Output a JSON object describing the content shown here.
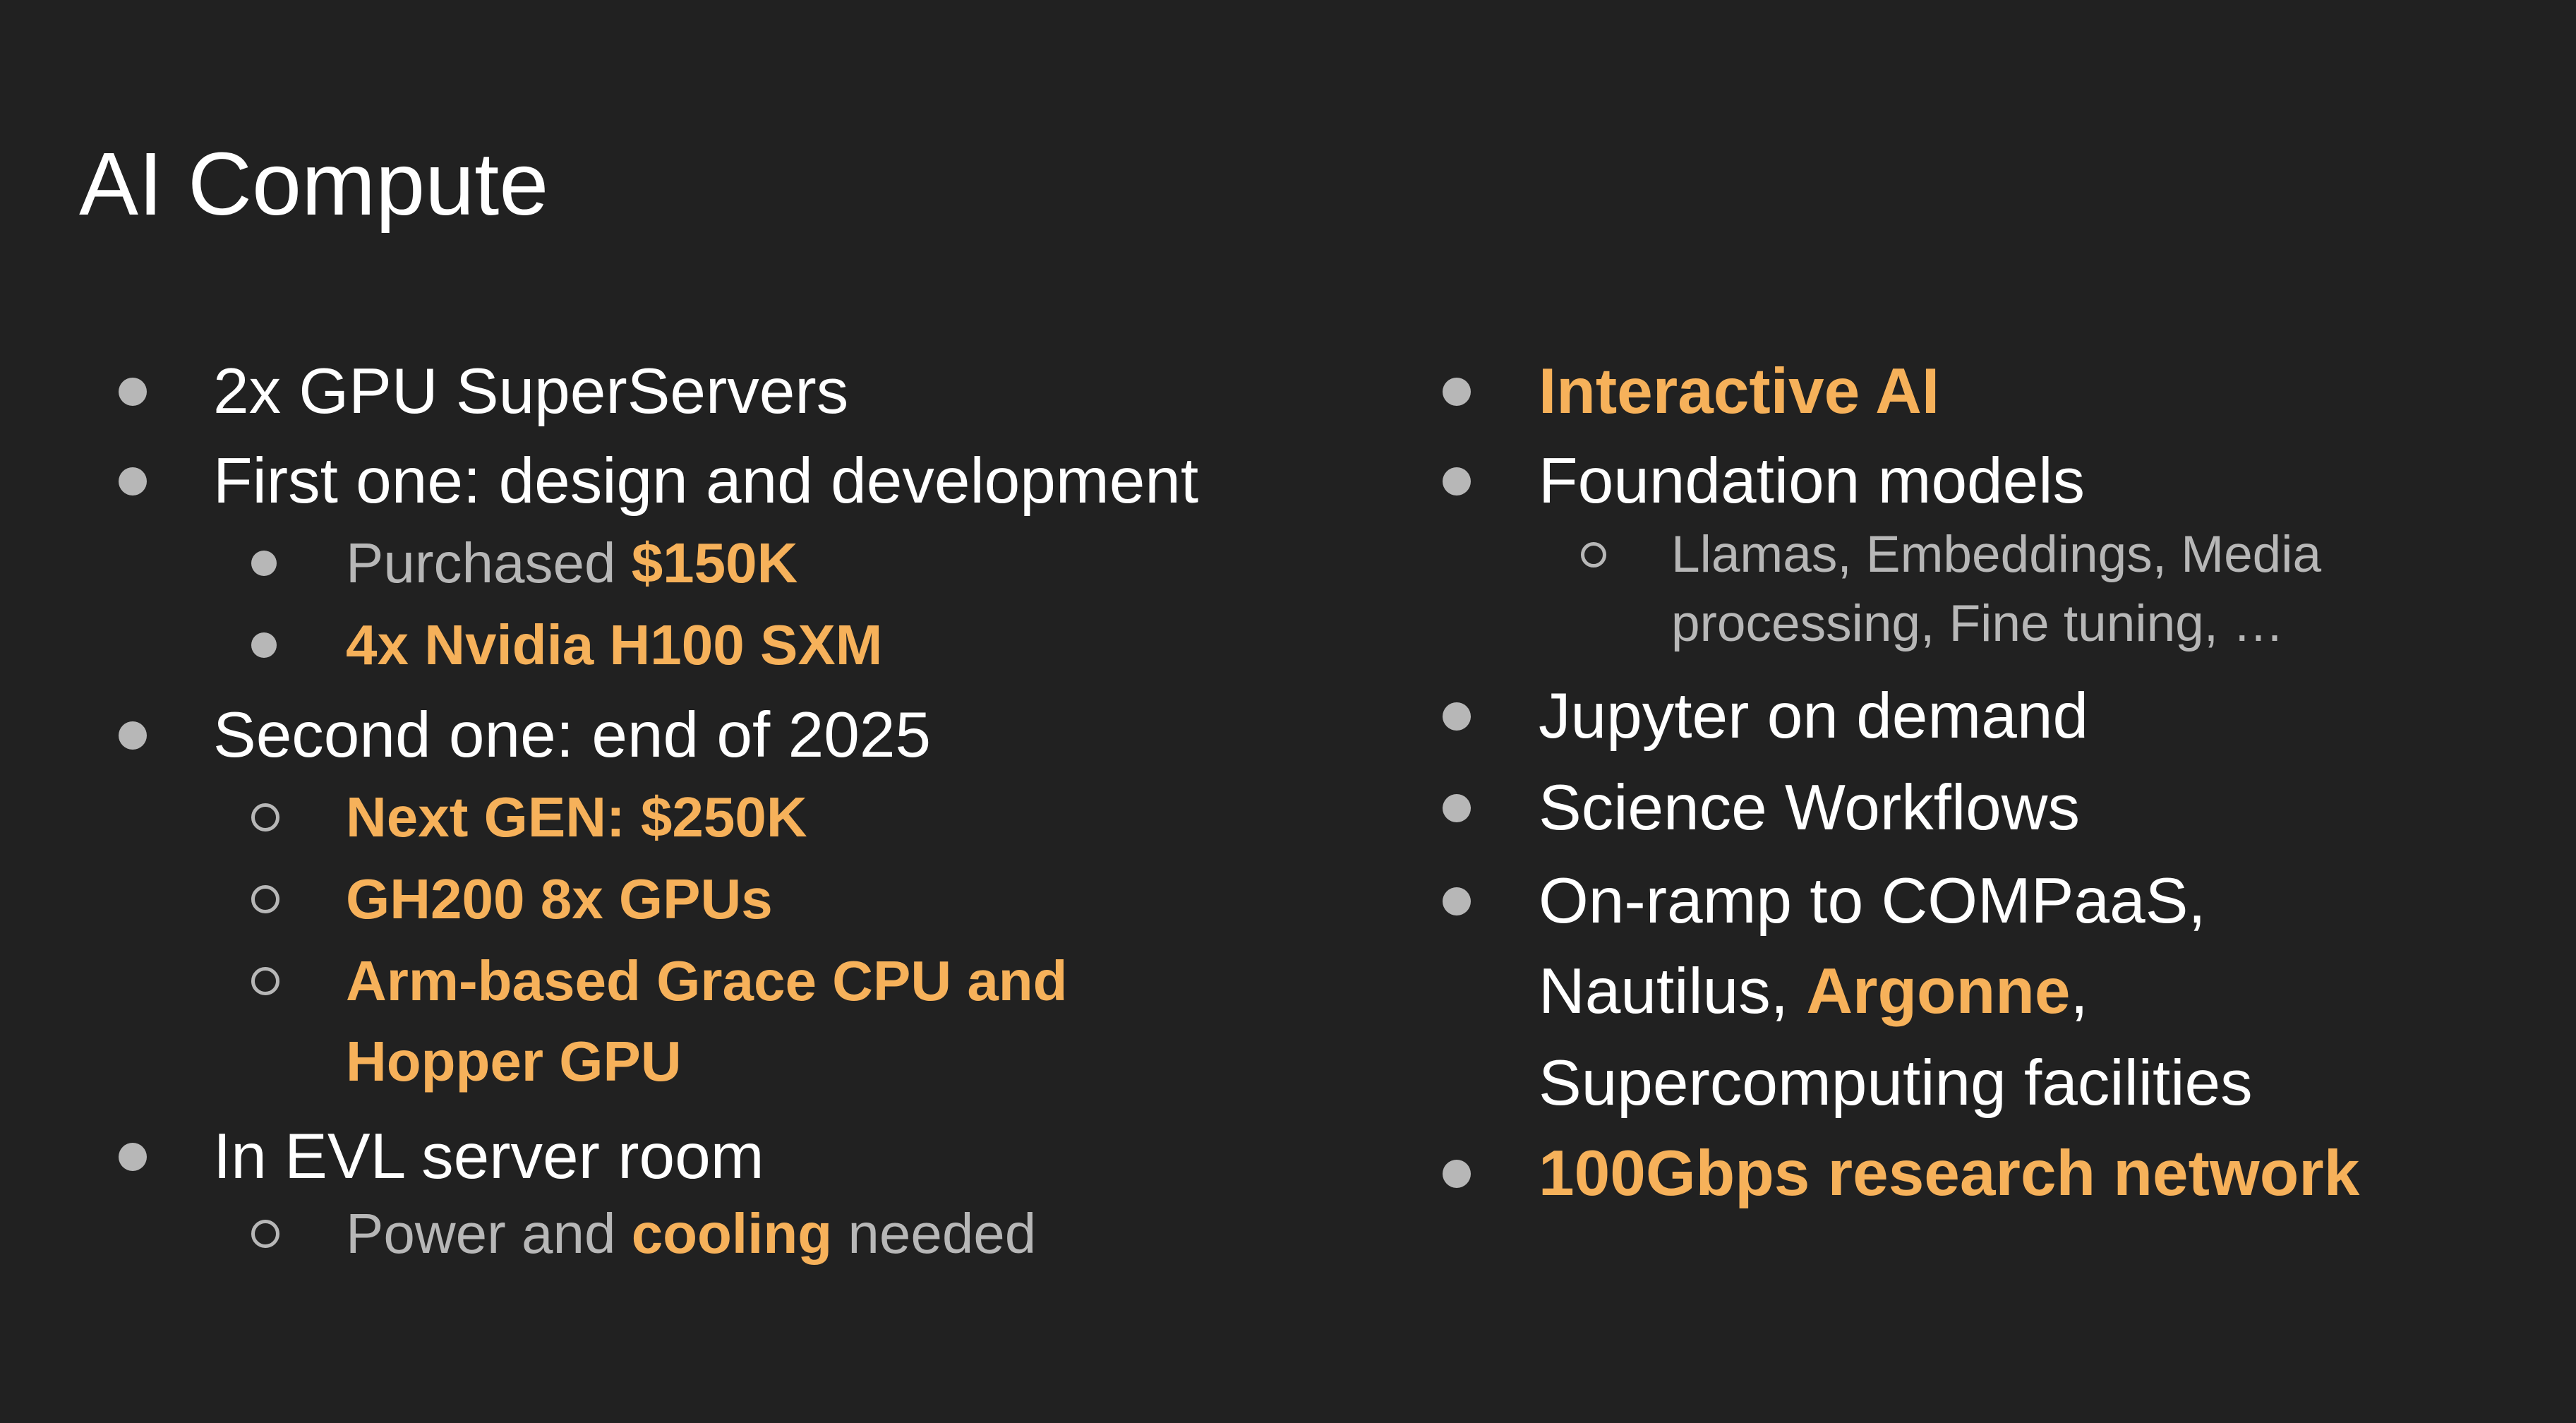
{
  "slide": {
    "title": "AI Compute",
    "left_column": [
      {
        "level": 1,
        "marker": "filled",
        "segments": [
          {
            "text": "2x GPU SuperServers",
            "style": "normal"
          }
        ]
      },
      {
        "level": 1,
        "marker": "filled",
        "segments": [
          {
            "text": "First one: design and development",
            "style": "normal"
          }
        ]
      },
      {
        "level": 2,
        "marker": "filled",
        "segments": [
          {
            "text": "Purchased ",
            "style": "normal"
          },
          {
            "text": "$150K",
            "style": "orange"
          }
        ]
      },
      {
        "level": 2,
        "marker": "filled",
        "segments": [
          {
            "text": "4x Nvidia H100 SXM",
            "style": "orange"
          }
        ]
      },
      {
        "level": 1,
        "marker": "filled",
        "segments": [
          {
            "text": "Second one: end of 2025",
            "style": "normal"
          }
        ]
      },
      {
        "level": 2,
        "marker": "hollow",
        "segments": [
          {
            "text": "Next GEN: $250K",
            "style": "orange"
          }
        ]
      },
      {
        "level": 2,
        "marker": "hollow",
        "segments": [
          {
            "text": "GH200 8x GPUs",
            "style": "orange"
          }
        ]
      },
      {
        "level": 2,
        "marker": "hollow",
        "segments": [
          {
            "text": "Arm-based Grace CPU and",
            "style": "orange"
          }
        ]
      },
      {
        "level": 2,
        "marker": "none",
        "segments": [
          {
            "text": "Hopper GPU",
            "style": "orange"
          }
        ]
      },
      {
        "level": 1,
        "marker": "filled",
        "segments": [
          {
            "text": "In EVL server room",
            "style": "normal"
          }
        ]
      },
      {
        "level": 2,
        "marker": "hollow",
        "segments": [
          {
            "text": "Power and ",
            "style": "normal"
          },
          {
            "text": "cooling",
            "style": "orange"
          },
          {
            "text": " needed",
            "style": "normal"
          }
        ]
      }
    ],
    "right_column": [
      {
        "level": 1,
        "marker": "filled",
        "segments": [
          {
            "text": "Interactive AI",
            "style": "orange"
          }
        ]
      },
      {
        "level": 1,
        "marker": "filled",
        "segments": [
          {
            "text": "Foundation models",
            "style": "normal"
          }
        ]
      },
      {
        "level": 3,
        "marker": "hollow",
        "segments": [
          {
            "text": "Llamas, Embeddings, Media",
            "style": "normal"
          }
        ]
      },
      {
        "level": 3,
        "marker": "none",
        "segments": [
          {
            "text": "processing, Fine tuning, …",
            "style": "normal"
          }
        ]
      },
      {
        "level": 1,
        "marker": "filled",
        "segments": [
          {
            "text": "Jupyter on demand",
            "style": "normal"
          }
        ]
      },
      {
        "level": 1,
        "marker": "filled",
        "segments": [
          {
            "text": "Science Workflows",
            "style": "normal"
          }
        ]
      },
      {
        "level": 1,
        "marker": "filled",
        "segments": [
          {
            "text": "On-ramp to COMPaaS,",
            "style": "normal"
          }
        ]
      },
      {
        "level": 1,
        "marker": "none",
        "segments": [
          {
            "text": "Nautilus, ",
            "style": "normal"
          },
          {
            "text": "Argonne",
            "style": "orange"
          },
          {
            "text": ",",
            "style": "normal"
          }
        ]
      },
      {
        "level": 1,
        "marker": "none",
        "segments": [
          {
            "text": "Supercomputing facilities",
            "style": "normal"
          }
        ]
      },
      {
        "level": 1,
        "marker": "filled",
        "segments": [
          {
            "text": "100Gbps research network",
            "style": "orange"
          }
        ]
      }
    ]
  },
  "colors": {
    "background": "#212121",
    "text": "#ffffff",
    "muted": "#b7b7b7",
    "accent": "#f6b15a"
  }
}
